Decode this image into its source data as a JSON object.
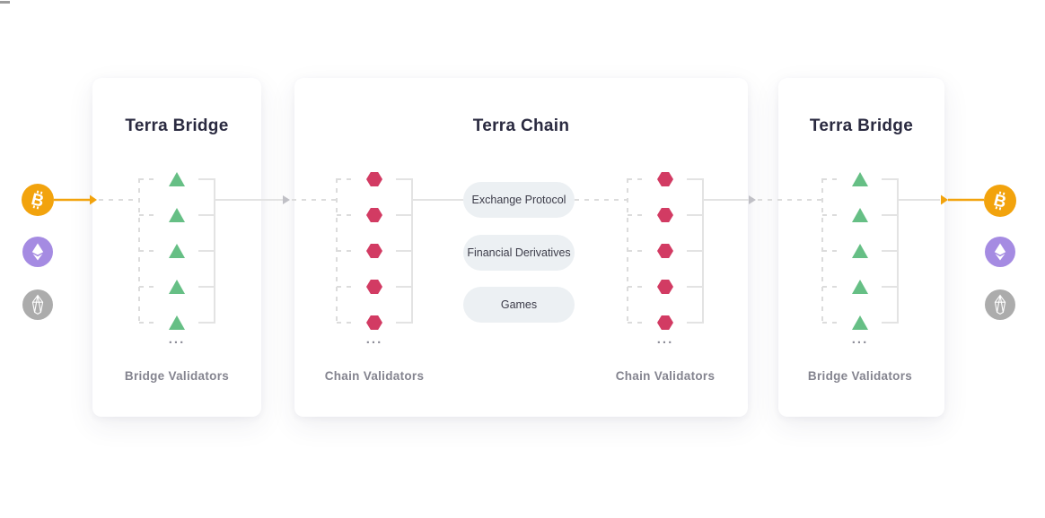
{
  "palette": {
    "page_bg": "#ffffff",
    "card_bg": "#ffffff",
    "accent_orange": "#f2a30d",
    "eth_purple": "#a58be2",
    "eos_gray": "#acacac",
    "validator_green": "#66bf85",
    "validator_red": "#d23b63",
    "line_gray": "#e3e3e3",
    "dash_gray": "#dcdcdc",
    "arrow_gray": "#c0c0c6",
    "title_navy": "#2a2a40",
    "label_gray": "#84848f",
    "ellipsis_gray": "#8e8e99",
    "pill_bg": "#ecf0f3",
    "pill_text": "#3c3c49",
    "mark_gray": "#9b9b9b"
  },
  "assets": {
    "left": [
      {
        "name": "bitcoin"
      },
      {
        "name": "ethereum"
      },
      {
        "name": "eos"
      }
    ],
    "right": [
      {
        "name": "bitcoin"
      },
      {
        "name": "ethereum"
      },
      {
        "name": "eos"
      }
    ]
  },
  "cards": {
    "left_bridge": {
      "title": "Terra Bridge",
      "ellipsis": "...",
      "label": "Bridge Validators",
      "validator_shape": "triangle",
      "validator_count": 5
    },
    "chain": {
      "title": "Terra Chain",
      "pills": [
        {
          "label": "Exchange Protocol"
        },
        {
          "label": "Financial Derivatives"
        },
        {
          "label": "Games"
        }
      ],
      "columns": [
        {
          "ellipsis": "...",
          "label": "Chain Validators",
          "validator_shape": "hexagon",
          "validator_count": 5
        },
        {
          "ellipsis": "...",
          "label": "Chain Validators",
          "validator_shape": "hexagon",
          "validator_count": 5
        }
      ]
    },
    "right_bridge": {
      "title": "Terra Bridge",
      "ellipsis": "...",
      "label": "Bridge Validators",
      "validator_shape": "triangle",
      "validator_count": 5
    }
  }
}
